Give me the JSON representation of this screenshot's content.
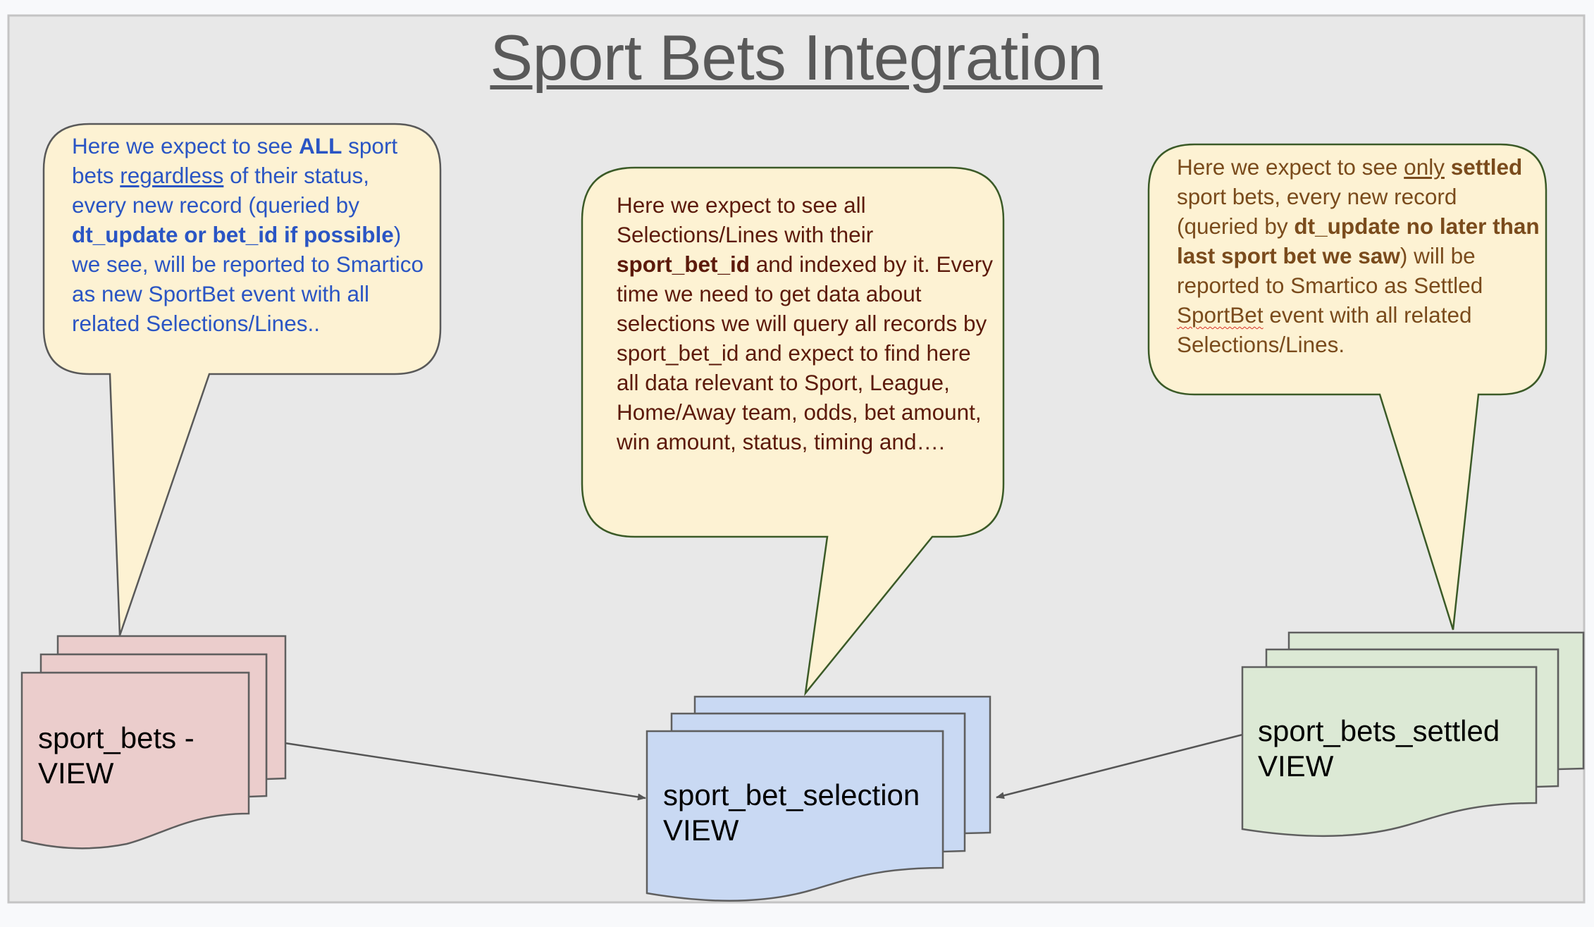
{
  "title": "Sport Bets Integration",
  "colors": {
    "page_background": "#f8f9fb",
    "frame_fill": "#e8e8e8",
    "frame_border": "#c4c4c4",
    "bubble_fill": "#fdf2d3",
    "left_bubble_border": "#595959",
    "callout_border_green": "#3b5a27",
    "left_text": "#2a55c4",
    "center_text": "#5c1a0b",
    "right_text": "#7a4b1c",
    "doc_pink": "#ebcdcc",
    "doc_blue": "#c9d9f3",
    "doc_green": "#dce9d5",
    "doc_border": "#5f5f5f",
    "arrow": "#555555"
  },
  "callouts": {
    "left": {
      "segments": [
        {
          "text": "Here we expect to see ",
          "style": "normal"
        },
        {
          "text": "ALL",
          "style": "bold"
        },
        {
          "text": " sport bets ",
          "style": "normal"
        },
        {
          "text": "regardless",
          "style": "underline"
        },
        {
          "text": " of their status, every new record (queried by ",
          "style": "normal"
        },
        {
          "text": "dt_update or bet_id if possible",
          "style": "bold"
        },
        {
          "text": ") we see, will be reported to Smartico as new SportBet event with all related Selections/Lines..",
          "style": "normal"
        }
      ]
    },
    "center": {
      "segments": [
        {
          "text": "Here we expect to see all Selections/Lines with their ",
          "style": "normal"
        },
        {
          "text": "sport_bet_id",
          "style": "bold"
        },
        {
          "text": " and indexed by it. Every time we need to get data about selections we will query all records by sport_bet_id and expect to find here all data relevant to Sport, League, Home/Away team, odds, bet amount, win amount, status, timing and….",
          "style": "normal"
        }
      ]
    },
    "right": {
      "segments": [
        {
          "text": "Here we expect to see ",
          "style": "normal"
        },
        {
          "text": "only",
          "style": "underline"
        },
        {
          "text": " ",
          "style": "normal"
        },
        {
          "text": "settled",
          "style": "bold"
        },
        {
          "text": " sport bets, every new record (queried by ",
          "style": "normal"
        },
        {
          "text": "dt_update no later than last sport bet we saw",
          "style": "bold"
        },
        {
          "text": ") will be reported to Smartico as Settled ",
          "style": "normal"
        },
        {
          "text": "SportBet",
          "style": "spell"
        },
        {
          "text": " event with all related Selections/Lines.",
          "style": "normal"
        }
      ]
    }
  },
  "documents": {
    "left": {
      "label": "sport_bets -\nVIEW"
    },
    "center": {
      "label": "sport_bet_selection\nVIEW"
    },
    "right": {
      "label": "sport_bets_settled\nVIEW"
    }
  },
  "connections": [
    {
      "from": "sport_bets -VIEW",
      "to": "sport_bet_selection VIEW"
    },
    {
      "from": "sport_bets_settled VIEW",
      "to": "sport_bet_selection VIEW"
    }
  ]
}
